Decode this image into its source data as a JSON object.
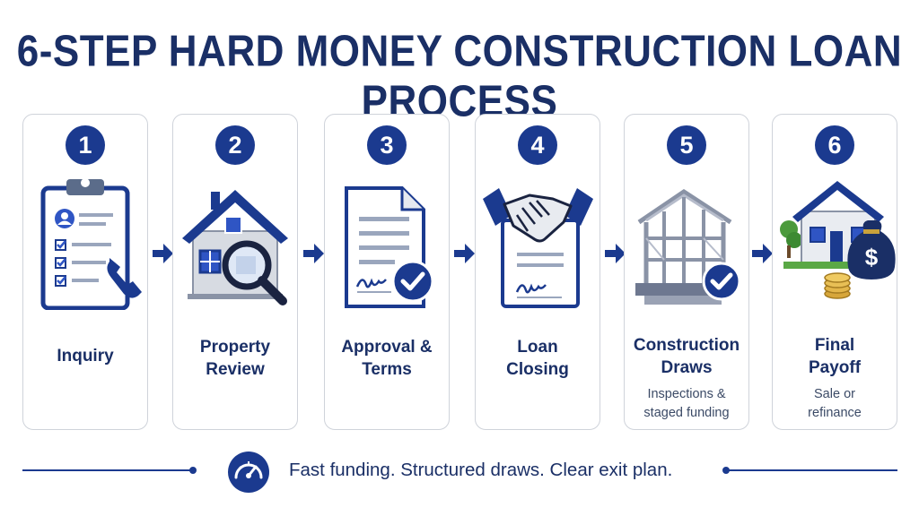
{
  "title": "6-STEP HARD MONEY CONSTRUCTION LOAN PROCESS",
  "steps": [
    {
      "number": "1",
      "label_lines": [
        "Inquiry"
      ],
      "sub_lines": [],
      "icon": "clipboard-phone-icon"
    },
    {
      "number": "2",
      "label_lines": [
        "Property",
        "Review"
      ],
      "sub_lines": [],
      "icon": "house-magnifier-icon"
    },
    {
      "number": "3",
      "label_lines": [
        "Approval &",
        "Terms"
      ],
      "sub_lines": [],
      "icon": "document-check-icon"
    },
    {
      "number": "4",
      "label_lines": [
        "Loan",
        "Closing"
      ],
      "sub_lines": [],
      "icon": "handshake-document-icon"
    },
    {
      "number": "5",
      "label_lines": [
        "Construction",
        "Draws"
      ],
      "sub_lines": [
        "Inspections &",
        "staged funding"
      ],
      "icon": "house-frame-check-icon"
    },
    {
      "number": "6",
      "label_lines": [
        "Final",
        "Payoff"
      ],
      "sub_lines": [
        "Sale or",
        "refinance"
      ],
      "icon": "house-money-bag-icon"
    }
  ],
  "footer": {
    "tagline": "Fast funding. Structured draws. Clear exit plan.",
    "icon": "speedometer-icon"
  },
  "colors": {
    "navy": "#1a2f66",
    "accent": "#1b3a8f",
    "card_border": "#cfd3da"
  }
}
